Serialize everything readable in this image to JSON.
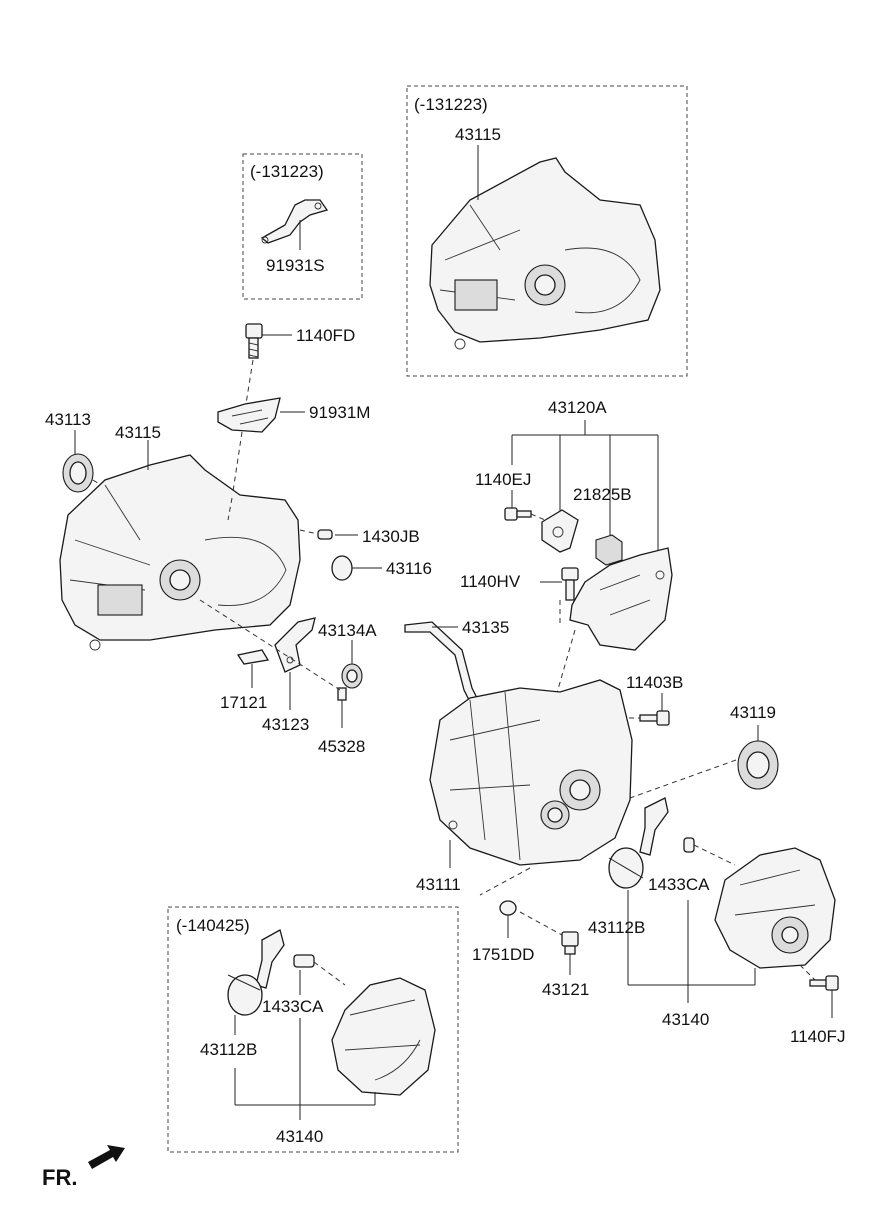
{
  "boxes": {
    "top_right_note": "(-131223)",
    "top_left_note": "(-131223)",
    "bottom_note": "(-140425)"
  },
  "labels": {
    "p43115_top": "43115",
    "p91931S": "91931S",
    "p1140FD": "1140FD",
    "p91931M": "91931M",
    "p43113": "43113",
    "p43115": "43115",
    "p1430JB": "1430JB",
    "p43116": "43116",
    "p43134A": "43134A",
    "p43135": "43135",
    "p17121": "17121",
    "p43123": "43123",
    "p45328": "45328",
    "p43120A": "43120A",
    "p1140EJ": "1140EJ",
    "p21825B": "21825B",
    "p1140HV": "1140HV",
    "p11403B": "11403B",
    "p43119": "43119",
    "p43111": "43111",
    "p1433CA_r": "1433CA",
    "p43112B_r": "43112B",
    "p1751DD": "1751DD",
    "p43121": "43121",
    "p43140_r": "43140",
    "p1140FJ": "1140FJ",
    "p43112B_b": "43112B",
    "p1433CA_b": "1433CA",
    "p43140_b": "43140"
  },
  "fr_label": "FR."
}
